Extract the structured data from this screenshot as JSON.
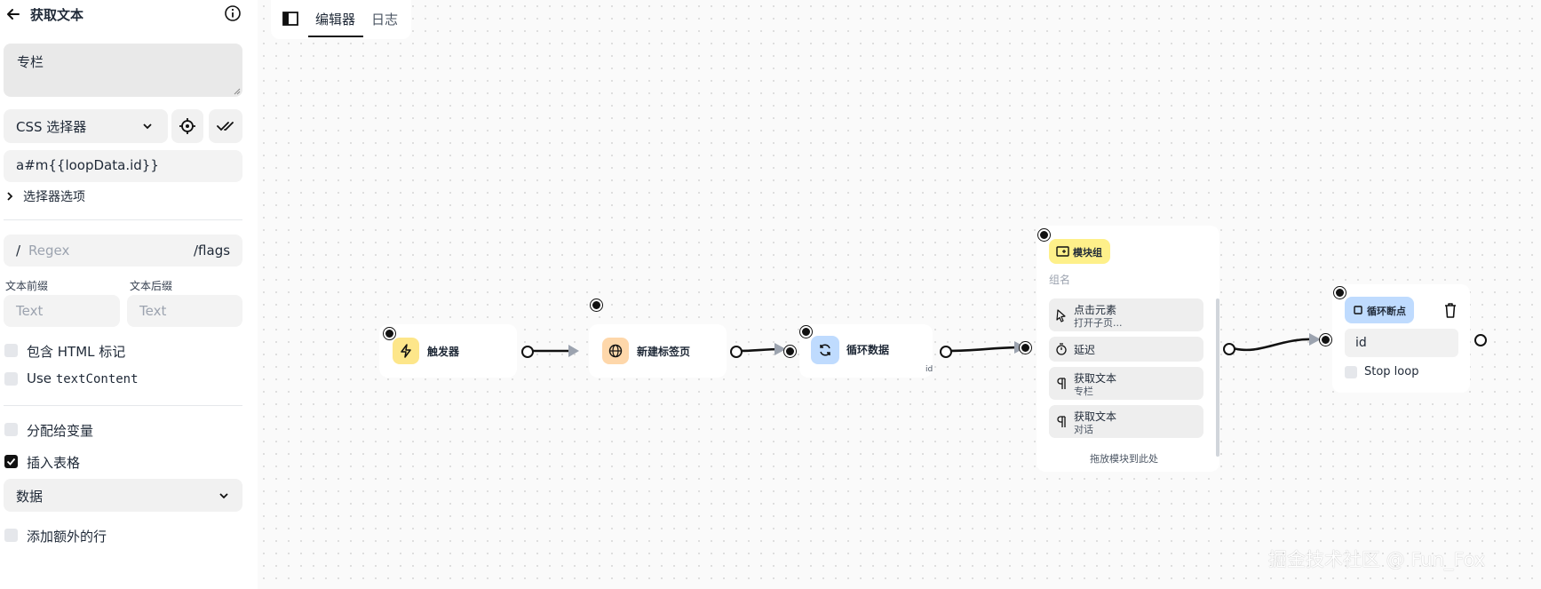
{
  "sidebar": {
    "title": "获取文本",
    "description": "专栏",
    "selector_type": "CSS 选择器",
    "selector_value": "a#m{{loopData.id}}",
    "selector_options": "选择器选项",
    "regex": {
      "prefix": "/",
      "placeholder": "Regex",
      "suffix": "/flags"
    },
    "prefix_label": "文本前缀",
    "suffix_label": "文本后缀",
    "text_placeholder": "Text",
    "include_html": "包含 HTML 标记",
    "use_text_content_prefix": "Use",
    "use_text_content_code": "textContent",
    "assign_variable": "分配给变量",
    "insert_table": "插入表格",
    "table_column": "数据",
    "add_extra_row": "添加额外的行"
  },
  "tabs": [
    {
      "label": "编辑器",
      "active": true
    },
    {
      "label": "日志",
      "active": false
    }
  ],
  "nodes": {
    "trigger": {
      "label": "触发器",
      "color": "#fde68a"
    },
    "new_tab": {
      "label": "新建标签页",
      "color": "#fed7aa"
    },
    "loop_data": {
      "label": "循环数据",
      "color": "#bfdbfe",
      "output_label": "id"
    },
    "block_group": {
      "label": "模块组",
      "color": "#fef08a",
      "name_placeholder": "组名",
      "items": [
        {
          "title": "点击元素",
          "subtitle": "打开子页..."
        },
        {
          "title": "延迟",
          "subtitle": ""
        },
        {
          "title": "获取文本",
          "subtitle": "专栏"
        },
        {
          "title": "获取文本",
          "subtitle": "对话"
        }
      ],
      "drop_hint": "拖放模块到此处"
    },
    "loop_breakpoint": {
      "label": "循环断点",
      "color": "#bfdbfe",
      "input_value": "id",
      "stop_loop": "Stop loop"
    }
  },
  "watermark": "掘金技术社区 @ Fun_Fox"
}
